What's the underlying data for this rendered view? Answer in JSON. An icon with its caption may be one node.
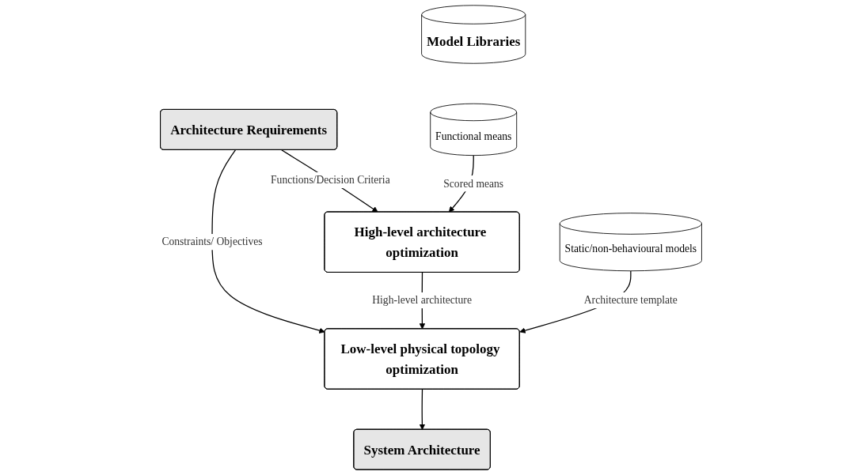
{
  "diagram": {
    "nodes": [
      {
        "text": [
          "Model Libraries"
        ]
      },
      {
        "text": [
          "Functional means"
        ]
      },
      {
        "text": [
          "Static/non-behavioural models"
        ]
      },
      {
        "text": [
          "Architecture Requirements"
        ]
      },
      {
        "text": [
          "High-level architecture optimization"
        ]
      },
      {
        "text": [
          "Low-level physical topology optimization"
        ]
      },
      {
        "text": [
          "System Architecture"
        ]
      }
    ],
    "edges": [
      {
        "from": 3,
        "to": 4,
        "arrow": "to",
        "label": "Functions/Decision Criteria"
      },
      {
        "from": 3,
        "to": 5,
        "arrow": "to",
        "label": "Constraints/ Objectives"
      },
      {
        "from": 1,
        "to": 4,
        "arrow": "to",
        "label": "Scored means"
      },
      {
        "from": 4,
        "to": 5,
        "arrow": "to",
        "label": "High-level architecture"
      },
      {
        "from": 2,
        "to": 5,
        "arrow": "to",
        "label": "Architecture template"
      },
      {
        "from": 5,
        "to": 6,
        "arrow": "to"
      }
    ]
  }
}
